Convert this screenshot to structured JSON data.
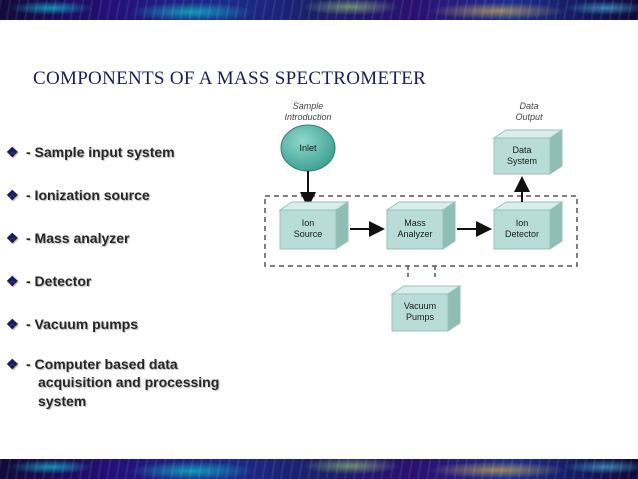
{
  "slide": {
    "title": "COMPONENTS  OF  A  MASS  SPECTROMETER",
    "bullets": [
      {
        "text": "- Sample input system"
      },
      {
        "text": "- Ionization source"
      },
      {
        "text": "- Mass analyzer"
      },
      {
        "text": "- Detector"
      },
      {
        "text": "- Vacuum pumps"
      },
      {
        "text": "- Computer based data",
        "lines": [
          "acquisition and processing",
          "system"
        ]
      }
    ]
  },
  "diagram": {
    "sample_caption": [
      "Sample",
      "Introduction"
    ],
    "data_caption": [
      "Data",
      "Output"
    ],
    "inlet": "Inlet",
    "ion_source": [
      "Ion",
      "Source"
    ],
    "mass_analyzer": [
      "Mass",
      "Analyzer"
    ],
    "ion_detector": [
      "Ion",
      "Detector"
    ],
    "data_system": [
      "Data",
      "System"
    ],
    "vacuum_pumps": [
      "Vacuum",
      "Pumps"
    ]
  },
  "icons": {
    "bullet": "diamond-bullet-icon"
  },
  "colors": {
    "box": "#b8ddd8",
    "inlet": "#4fb3a4",
    "title": "#1b1b5e"
  }
}
